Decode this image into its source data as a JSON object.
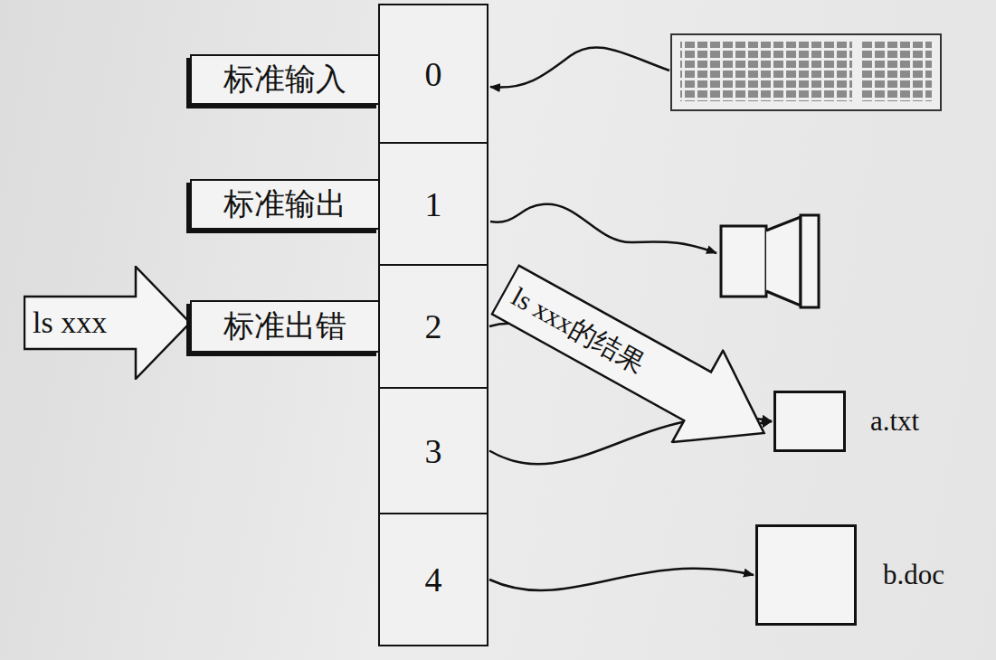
{
  "diagram": {
    "nodes": [
      {
        "text": [
          "标准输入"
        ]
      },
      {
        "text": [
          "0"
        ]
      },
      {
        "text": [
          "标准输出"
        ]
      },
      {
        "text": [
          "1"
        ]
      },
      {
        "text": [
          "ls xxx"
        ]
      },
      {
        "text": [
          "标准出错"
        ]
      },
      {
        "text": [
          "2"
        ]
      },
      {
        "text": [
          "ls xxx的结果"
        ]
      },
      {
        "text": [
          "3"
        ]
      },
      {
        "text": [
          "a.txt"
        ]
      },
      {
        "text": [
          "4"
        ]
      },
      {
        "text": [
          "b.doc"
        ]
      }
    ],
    "edges": [
      {
        "from": 6,
        "to": 9,
        "arrow": "to"
      },
      {
        "from": 8,
        "to": 9,
        "arrow": "to"
      },
      {
        "from": 10,
        "to": 11,
        "arrow": "to"
      }
    ]
  }
}
